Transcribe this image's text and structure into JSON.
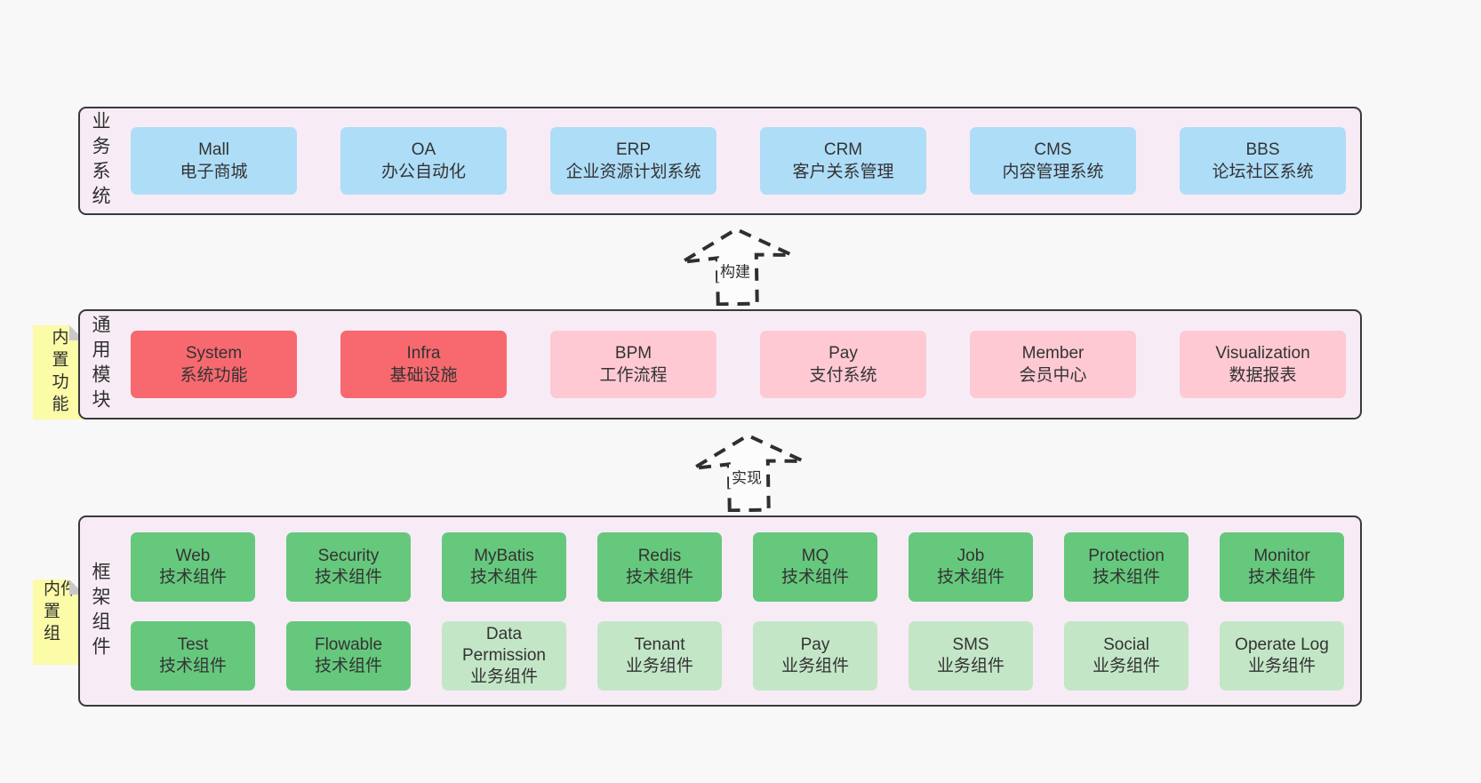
{
  "colors": {
    "page_bg": "#f8f8f8",
    "panel_fill": "#f7ecf5",
    "panel_border": "#3a3a3c",
    "box_blue": "#aeddf8",
    "box_red": "#f7696f",
    "box_pink": "#fec9d3",
    "box_green": "#66c87d",
    "box_green_light": "#c3e6c7",
    "note_yellow": "#fbfba8"
  },
  "sections": [
    {
      "label": "业务系统",
      "rows": [
        [
          {
            "name": "Mall",
            "desc": "电子商城"
          },
          {
            "name": "OA",
            "desc": "办公自动化"
          },
          {
            "name": "ERP",
            "desc": "企业资源计划系统"
          },
          {
            "name": "CRM",
            "desc": "客户关系管理"
          },
          {
            "name": "CMS",
            "desc": "内容管理系统"
          },
          {
            "name": "BBS",
            "desc": "论坛社区系统"
          }
        ]
      ]
    },
    {
      "label": "通用模块",
      "note": "内置功能",
      "rows": [
        [
          {
            "name": "System",
            "desc": "系统功能"
          },
          {
            "name": "Infra",
            "desc": "基础设施"
          },
          {
            "name": "BPM",
            "desc": "工作流程"
          },
          {
            "name": "Pay",
            "desc": "支付系统"
          },
          {
            "name": "Member",
            "desc": "会员中心"
          },
          {
            "name": "Visualization",
            "desc": "数据报表"
          }
        ]
      ]
    },
    {
      "label": "框架组件",
      "note": "内置组件",
      "rows": [
        [
          {
            "name": "Web",
            "desc": "技术组件"
          },
          {
            "name": "Security",
            "desc": "技术组件"
          },
          {
            "name": "MyBatis",
            "desc": "技术组件"
          },
          {
            "name": "Redis",
            "desc": "技术组件"
          },
          {
            "name": "MQ",
            "desc": "技术组件"
          },
          {
            "name": "Job",
            "desc": "技术组件"
          },
          {
            "name": "Protection",
            "desc": "技术组件"
          },
          {
            "name": "Monitor",
            "desc": "技术组件"
          }
        ],
        [
          {
            "name": "Test",
            "desc": "技术组件"
          },
          {
            "name": "Flowable",
            "desc": "技术组件"
          },
          {
            "name": "Data Permission",
            "desc": "业务组件"
          },
          {
            "name": "Tenant",
            "desc": "业务组件"
          },
          {
            "name": "Pay",
            "desc": "业务组件"
          },
          {
            "name": "SMS",
            "desc": "业务组件"
          },
          {
            "name": "Social",
            "desc": "业务组件"
          },
          {
            "name": "Operate Log",
            "desc": "业务组件"
          }
        ]
      ]
    }
  ],
  "arrows": [
    {
      "label": "构建"
    },
    {
      "label": "实现"
    }
  ]
}
